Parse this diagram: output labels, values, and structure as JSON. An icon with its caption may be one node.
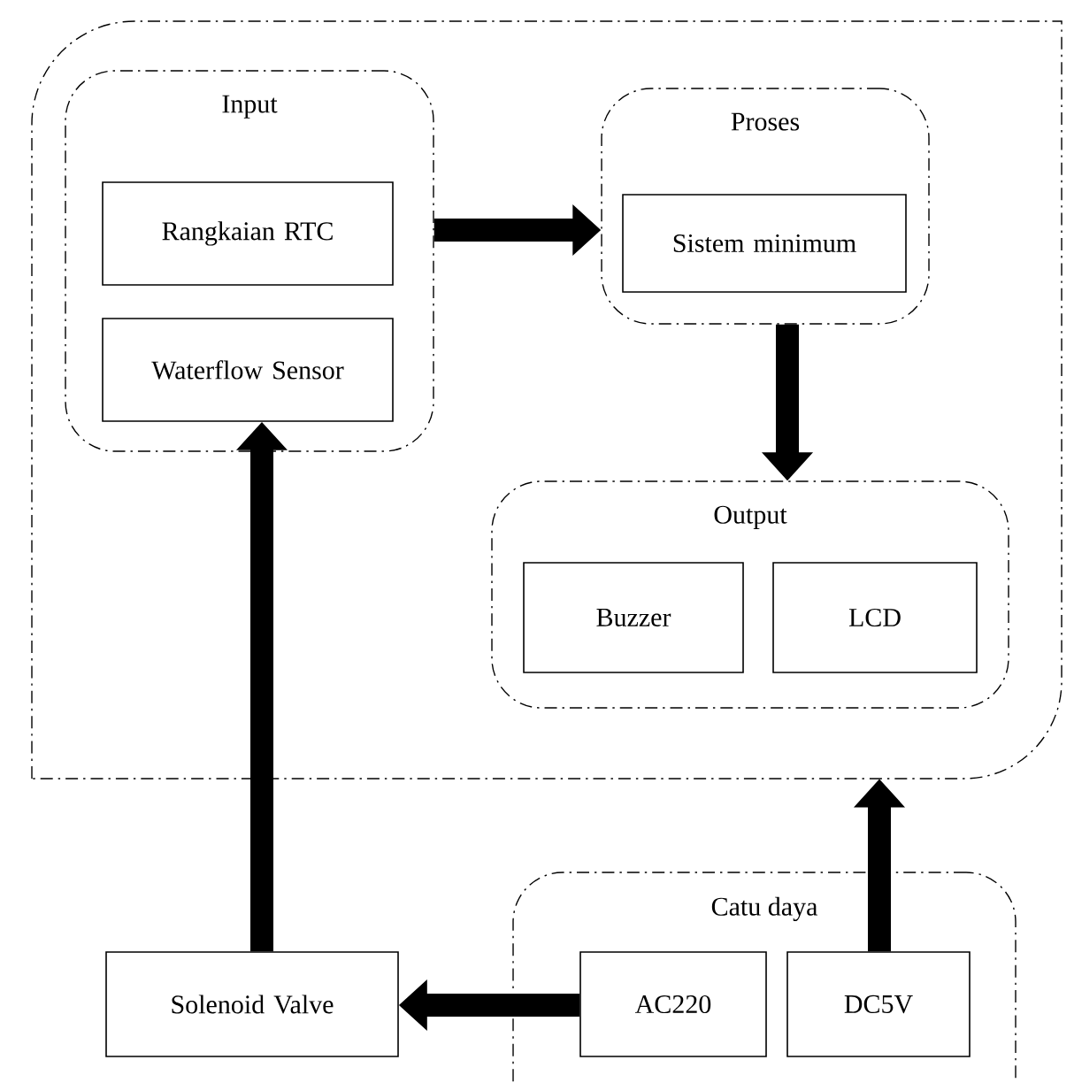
{
  "diagram": {
    "nodes": [
      {
        "text": [],
        "shape": "box"
      },
      {
        "text": [
          "Input"
        ],
        "in": 0
      },
      {
        "text": [
          "Rangkaian RTC"
        ],
        "in": 1
      },
      {
        "text": [
          "Waterflow Sensor"
        ],
        "in": 1
      },
      {
        "text": [
          "Proses"
        ],
        "in": 0
      },
      {
        "text": [
          "Sistem minimum"
        ],
        "in": 4
      },
      {
        "text": [
          "Output"
        ],
        "in": 0
      },
      {
        "text": [
          "Buzzer"
        ],
        "in": 6
      },
      {
        "text": [
          "LCD"
        ],
        "in": 6
      },
      {
        "text": [
          "Catu daya"
        ]
      },
      {
        "text": [
          "AC220"
        ],
        "in": 9
      },
      {
        "text": [
          "DC5V"
        ],
        "in": 9
      },
      {
        "text": [
          "Solenoid Valve"
        ]
      }
    ],
    "edges": [
      {
        "from": 1,
        "to": 4,
        "arrow": "to"
      },
      {
        "from": 4,
        "to": 6,
        "arrow": "to"
      },
      {
        "from": 12,
        "to": 3,
        "arrow": "to"
      },
      {
        "from": 10,
        "to": 12,
        "arrow": "to"
      },
      {
        "from": 11,
        "to": 0,
        "arrow": "to"
      }
    ]
  }
}
